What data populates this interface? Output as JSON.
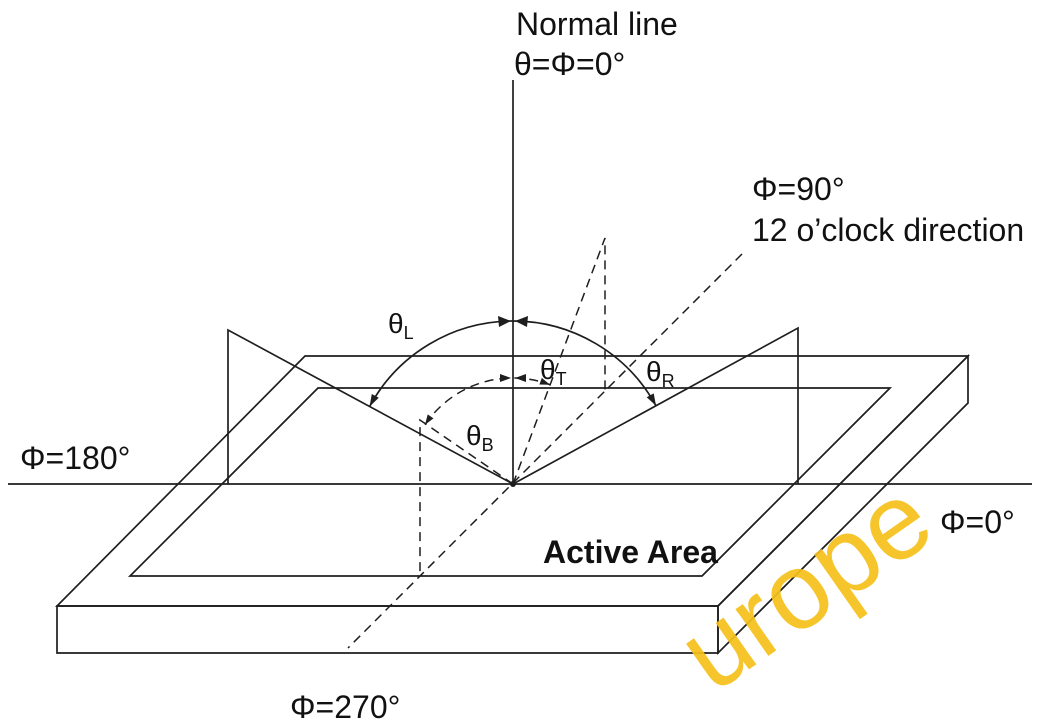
{
  "labels": {
    "normal_line": "Normal line",
    "normal_angle": "θ=Φ=0°",
    "phi_90": "Φ=90°",
    "twelve_oclock": "12 o’clock direction",
    "phi_180": "Φ=180°",
    "phi_0": "Φ=0°",
    "phi_270": "Φ=270°",
    "active_area": "Active Area"
  },
  "angles": {
    "theta_l": {
      "symbol": "θ",
      "sub": "L"
    },
    "theta_t": {
      "symbol": "θ",
      "sub": "T"
    },
    "theta_r": {
      "symbol": "θ",
      "sub": "R"
    },
    "theta_b": {
      "symbol": "θ",
      "sub": "B"
    }
  },
  "watermark": {
    "text": "urope"
  },
  "colors": {
    "line": "#1e1e1e",
    "background": "#ffffff",
    "watermark": "#f6c11a"
  }
}
